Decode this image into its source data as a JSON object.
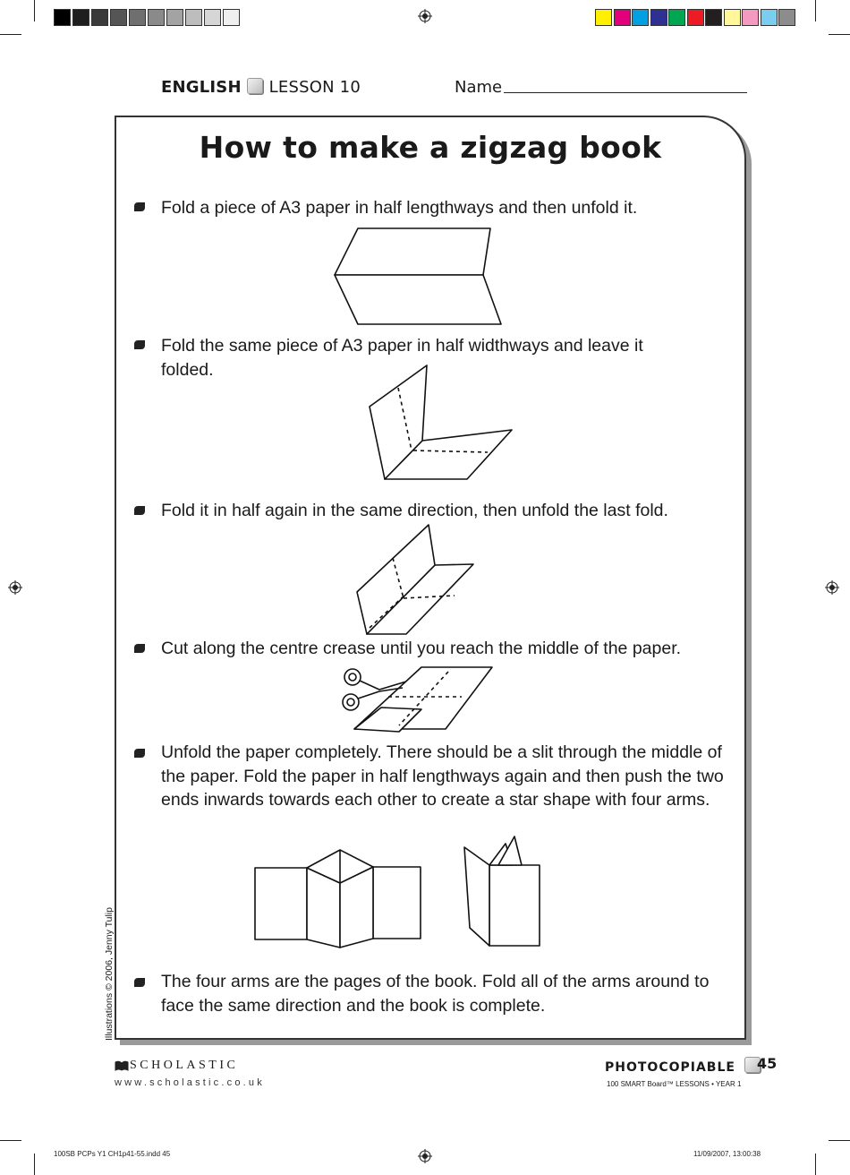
{
  "header": {
    "subject": "ENGLISH",
    "lesson": "LESSON 10",
    "name_label": "Name"
  },
  "title": "How to make a zigzag book",
  "steps": [
    {
      "text": "Fold a piece of A3 paper in half lengthways and then unfold it."
    },
    {
      "text": "Fold the same piece of A3 paper in half widthways and leave it folded."
    },
    {
      "text": "Fold it in half again in the same direction, then unfold the last fold."
    },
    {
      "text": "Cut along the centre crease until you reach the middle of the paper."
    },
    {
      "text": "Unfold the paper completely. There should be a slit through the middle of the paper. Fold the paper in half lengthways again and then push the two ends inwards towards each other to create a star shape with four arms."
    },
    {
      "text": "The four arms are the pages of the book. Fold all of the arms around to face the same direction and the book is complete."
    }
  ],
  "credit": "Illustrations © 2006, Jenny Tulip",
  "footer": {
    "brand": "SCHOLASTIC",
    "url": "www.scholastic.co.uk",
    "photocopiable": "PHOTOCOPIABLE",
    "page_number": "45",
    "series": "100 SMART Board™ LESSONS • YEAR 1"
  },
  "slug": {
    "file": "100SB PCPs Y1 CH1p41-55.indd   45",
    "timestamp": "11/09/2007, 13:00:38"
  },
  "colors": {
    "color_bar": [
      "#ffef00",
      "#e4007c",
      "#00a0e3",
      "#2e3192",
      "#00a651",
      "#ed1c24",
      "#231f20",
      "#fff799",
      "#f49ac1",
      "#7accf0",
      "#8c8c8c"
    ],
    "gray_bar": [
      "#000000",
      "#1e1e1e",
      "#3a3a3a",
      "#555555",
      "#6f6f6f",
      "#8a8a8a",
      "#a3a3a3",
      "#bdbdbd",
      "#d6d6d6",
      "#efefef"
    ]
  }
}
